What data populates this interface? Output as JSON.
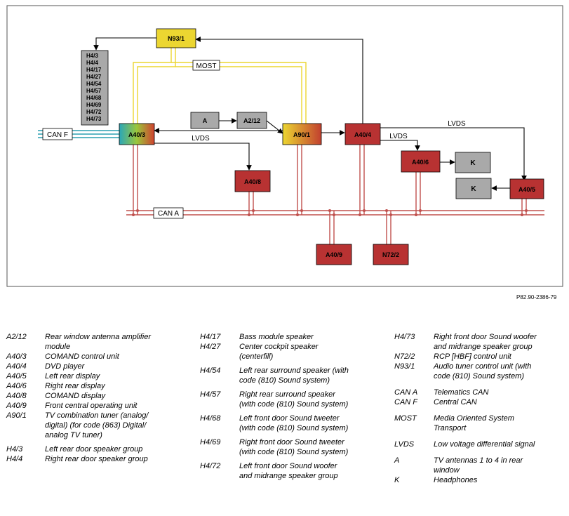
{
  "diagram": {
    "nodes": {
      "N93_1": "N93/1",
      "A40_3": "A40/3",
      "A": "A",
      "A2_12": "A2/12",
      "A90_1": "A90/1",
      "A40_4": "A40/4",
      "A40_8": "A40/8",
      "A40_6": "A40/6",
      "K1": "K",
      "K2": "K",
      "A40_5": "A40/5",
      "A40_9": "A40/9",
      "N72_2": "N72/2"
    },
    "speaker_group": [
      "H4/3",
      "H4/4",
      "H4/17",
      "H4/27",
      "H4/54",
      "H4/57",
      "H4/68",
      "H4/69",
      "H4/72",
      "H4/73"
    ],
    "bus_labels": {
      "most": "MOST",
      "can_f": "CAN F",
      "can_a": "CAN A",
      "lvds_1": "LVDS",
      "lvds_2": "LVDS",
      "lvds_3": "LVDS"
    },
    "colors": {
      "gray": "#a9a9a9",
      "red": "#b83232",
      "yellow": "#ecd631",
      "most_line": "#ecd631",
      "can_a_line": "#c0504d",
      "can_f_line": "#2a9fb0"
    }
  },
  "reference": "P82.90-2386-79",
  "legend": {
    "col1": [
      {
        "code": "A2/12",
        "desc": [
          "Rear window antenna amplifier",
          "module"
        ]
      },
      {
        "code": "A40/3",
        "desc": [
          "COMAND control unit"
        ]
      },
      {
        "code": "A40/4",
        "desc": [
          "DVD player"
        ]
      },
      {
        "code": "A40/5",
        "desc": [
          "Left rear display"
        ]
      },
      {
        "code": "A40/6",
        "desc": [
          "Right rear display"
        ]
      },
      {
        "code": "A40/8",
        "desc": [
          "COMAND display"
        ]
      },
      {
        "code": "A40/9",
        "desc": [
          "Front central operating unit"
        ]
      },
      {
        "code": "A90/1",
        "desc": [
          "TV combination tuner (analog/",
          "digital) (for code (863) Digital/",
          "analog TV tuner)"
        ]
      },
      {
        "code": "H4/3",
        "desc": [
          "Left rear door speaker group"
        ],
        "gap": true
      },
      {
        "code": "H4/4",
        "desc": [
          "Right rear door speaker group"
        ]
      }
    ],
    "col2": [
      {
        "code": "H4/17",
        "desc": [
          "Bass module speaker"
        ]
      },
      {
        "code": "H4/27",
        "desc": [
          "Center cockpit speaker",
          "(centerfill)"
        ]
      },
      {
        "code": "H4/54",
        "desc": [
          "Left rear surround speaker (with",
          "code (810) Sound system)"
        ],
        "gap": true
      },
      {
        "code": "H4/57",
        "desc": [
          "Right rear surround speaker",
          "(with code (810) Sound system)"
        ],
        "gap": true
      },
      {
        "code": "H4/68",
        "desc": [
          "Left front door Sound tweeter",
          "(with code (810) Sound system)"
        ],
        "gap": true
      },
      {
        "code": "H4/69",
        "desc": [
          "Right front door Sound tweeter",
          "(with code (810) Sound system)"
        ],
        "gap": true
      },
      {
        "code": "H4/72",
        "desc": [
          "Left front door Sound woofer",
          "and midrange speaker group"
        ],
        "gap": true
      }
    ],
    "col3": [
      {
        "code": "H4/73",
        "desc": [
          "Right front door Sound woofer",
          "and midrange speaker group"
        ]
      },
      {
        "code": "N72/2",
        "desc": [
          "RCP [HBF] control unit"
        ]
      },
      {
        "code": "N93/1",
        "desc": [
          "Audio tuner control unit (with",
          "code (810) Sound system)"
        ]
      },
      {
        "code": "CAN A",
        "desc": [
          "Telematics CAN"
        ],
        "gap2": true
      },
      {
        "code": "CAN F",
        "desc": [
          "Central CAN"
        ]
      },
      {
        "code": "MOST",
        "desc": [
          "Media Oriented System",
          "Transport"
        ],
        "gap2": true
      },
      {
        "code": "LVDS",
        "desc": [
          "Low voltage differential signal"
        ],
        "gap2": true
      },
      {
        "code": "A",
        "desc": [
          "TV antennas 1 to 4 in rear",
          "window"
        ],
        "gap2": true
      },
      {
        "code": "K",
        "desc": [
          "Headphones"
        ]
      }
    ]
  }
}
